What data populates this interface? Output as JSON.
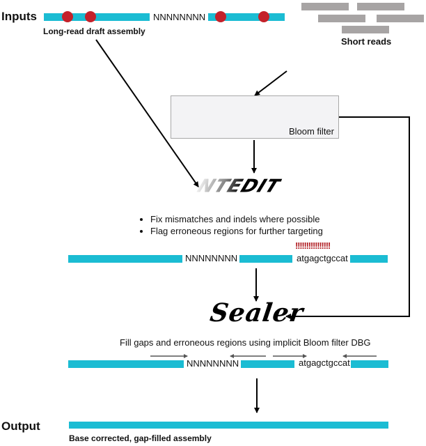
{
  "inputs": {
    "section_label": "Inputs",
    "draft_assembly_label": "Long-read draft assembly",
    "gap_text": "NNNNNNNN",
    "short_reads_label": "Short reads"
  },
  "bloom_filter": {
    "label": "Bloom filter"
  },
  "ntedit": {
    "logo_text": "NTEDIT",
    "bullets": [
      "Fix mismatches and indels where possible",
      "Flag erroneous regions for further targeting"
    ],
    "gap_text": "NNNNNNNN",
    "flag_marks": "!!!!!!!!!!!!!!!!",
    "erroneous_seq": "atgagctgccat"
  },
  "sealer": {
    "logo_text": "Sealer",
    "description": "Fill gaps and erroneous regions using implicit Bloom filter DBG",
    "gap_text": "NNNNNNNN",
    "erroneous_seq": "atgagctgccat"
  },
  "output": {
    "section_label": "Output",
    "assembly_label": "Base corrected, gap-filled assembly"
  },
  "colors": {
    "contig": "#1bbcd3",
    "error_dot": "#c4212a",
    "short_read": "#a7a4a4",
    "flag": "#b01d22"
  }
}
